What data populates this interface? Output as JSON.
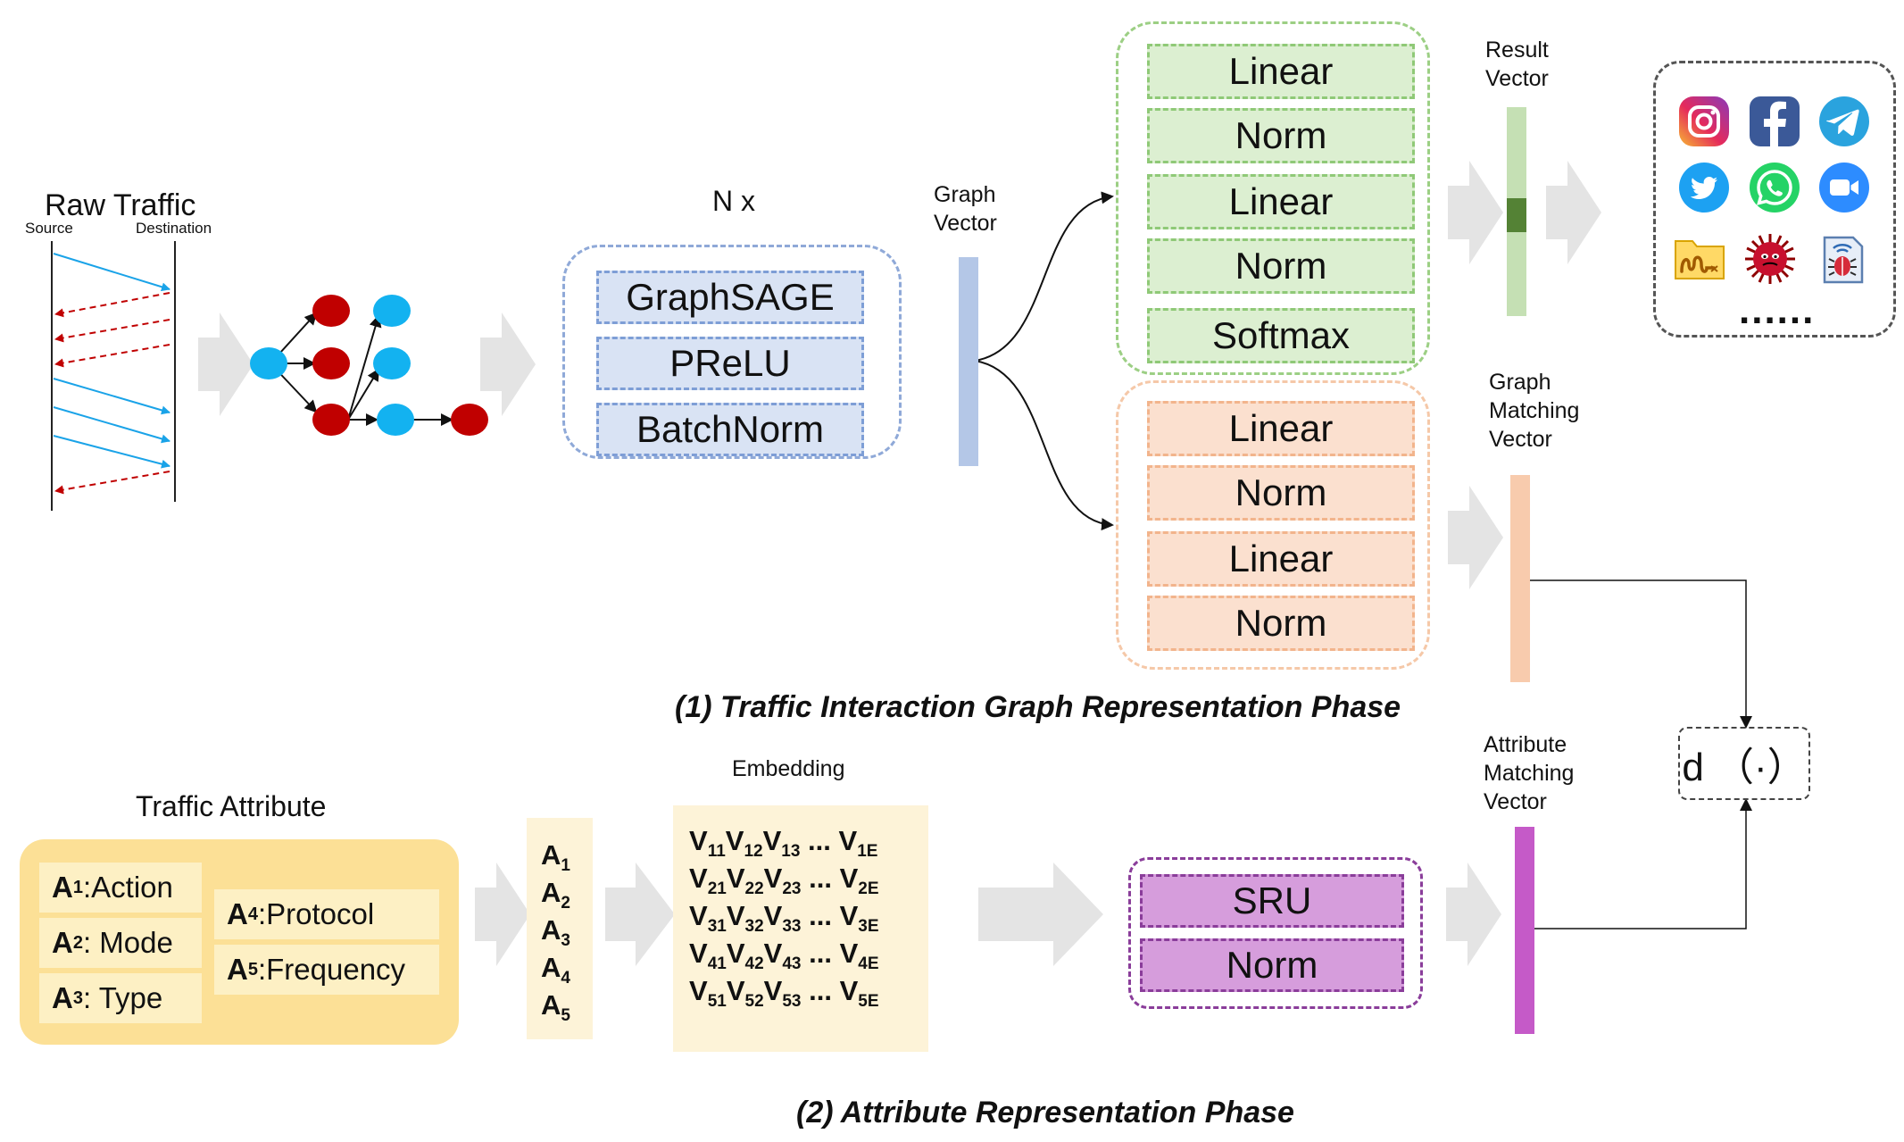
{
  "raw_traffic": {
    "title": "Raw Traffic",
    "source": "Source",
    "destination": "Destination"
  },
  "gnn": {
    "repeat": "N x",
    "layers": [
      "GraphSAGE",
      "PReLU",
      "BatchNorm"
    ]
  },
  "graph_vector": "Graph\nVector",
  "classifier_head": [
    "Linear",
    "Norm",
    "Linear",
    "Norm",
    "Softmax"
  ],
  "matching_head": [
    "Linear",
    "Norm",
    "Linear",
    "Norm"
  ],
  "result_vector": "Result\nVector",
  "graph_matching_vector": "Graph\nMatching\nVector",
  "attribute_matching_vector": "Attribute\nMatching\nVector",
  "app_icons": [
    "instagram-icon",
    "facebook-icon",
    "telegram-icon",
    "twitter-icon",
    "whatsapp-icon",
    "zoom-icon",
    "folder-worm-icon",
    "malware-virus-icon",
    "bug-phone-icon"
  ],
  "app_more": "......",
  "phase1": "(1) Traffic Interaction Graph Representation Phase",
  "phase2": "(2) Attribute Representation Phase",
  "traffic_attribute": {
    "title": "Traffic Attribute",
    "items": [
      {
        "sym": "A",
        "sub": "1",
        "text": ":Action"
      },
      {
        "sym": "A",
        "sub": "2",
        "text": ": Mode"
      },
      {
        "sym": "A",
        "sub": "3",
        "text": ": Type"
      },
      {
        "sym": "A",
        "sub": "4",
        "text": ":Protocol"
      },
      {
        "sym": "A",
        "sub": "5",
        "text": " :Frequency"
      }
    ]
  },
  "attr_sequence": [
    {
      "sym": "A",
      "sub": "1"
    },
    {
      "sym": "A",
      "sub": "2"
    },
    {
      "sym": "A",
      "sub": "3"
    },
    {
      "sym": "A",
      "sub": "4"
    },
    {
      "sym": "A",
      "sub": "5"
    }
  ],
  "embedding": {
    "title": "Embedding",
    "rows": [
      {
        "a": "11",
        "b": "12",
        "c": "13",
        "e": "1E"
      },
      {
        "a": "21",
        "b": "22",
        "c": "23",
        "e": "2E"
      },
      {
        "a": "31",
        "b": "32",
        "c": "33",
        "e": "3E"
      },
      {
        "a": "41",
        "b": "42",
        "c": "43",
        "e": "4E"
      },
      {
        "a": "51",
        "b": "52",
        "c": "53",
        "e": "5E"
      }
    ],
    "letter": "V",
    "ellipsis": " ... "
  },
  "sru_layers": [
    "SRU",
    "Norm"
  ],
  "distance": "d （·）",
  "colors": {
    "green": "#dcefd1",
    "orange": "#fbe0cf",
    "blue": "#d9e3f4",
    "purple": "#d69ddc",
    "attr_panel": "#fce096",
    "node_blue": "#13b2f0",
    "node_red": "#c00000"
  }
}
